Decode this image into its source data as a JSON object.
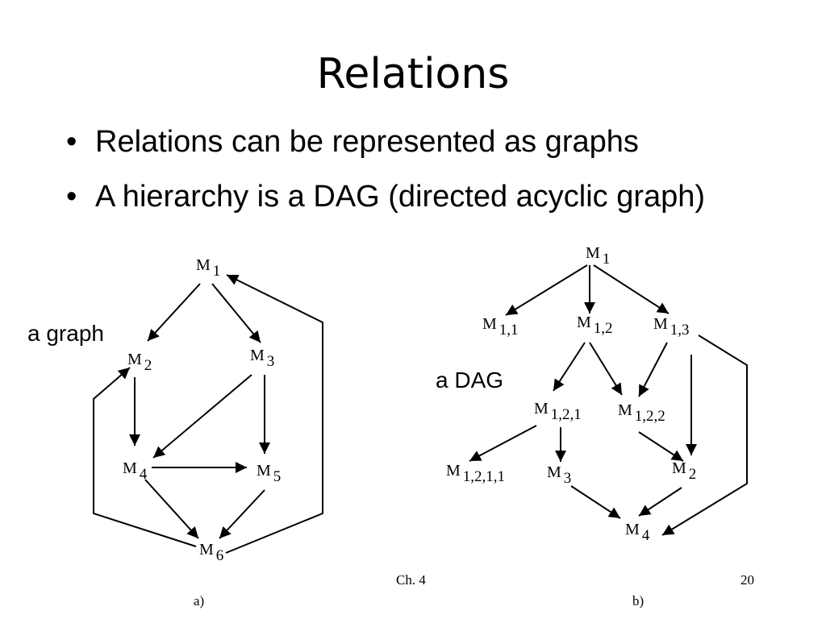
{
  "slide": {
    "title": "Relations",
    "bullets": [
      "Relations can be represented as graphs",
      "A hierarchy is a DAG (directed acyclic graph)"
    ],
    "bullet_symbol": "•",
    "footer": {
      "chapter": "Ch. 4",
      "page": "20"
    }
  },
  "graph_a": {
    "label": "a graph",
    "caption": "a)",
    "nodes": [
      {
        "id": "m1",
        "base": "M",
        "sub": "1"
      },
      {
        "id": "m2",
        "base": "M",
        "sub": "2"
      },
      {
        "id": "m3",
        "base": "M",
        "sub": "3"
      },
      {
        "id": "m4",
        "base": "M",
        "sub": "4"
      },
      {
        "id": "m5",
        "base": "M",
        "sub": "5"
      },
      {
        "id": "m6",
        "base": "M",
        "sub": "6"
      }
    ],
    "edges": [
      [
        "m1",
        "m2"
      ],
      [
        "m1",
        "m3"
      ],
      [
        "m2",
        "m4"
      ],
      [
        "m3",
        "m4"
      ],
      [
        "m3",
        "m5"
      ],
      [
        "m4",
        "m5"
      ],
      [
        "m4",
        "m6"
      ],
      [
        "m5",
        "m6"
      ],
      [
        "m6",
        "m1"
      ],
      [
        "m6",
        "m2"
      ]
    ]
  },
  "graph_b": {
    "label": "a DAG",
    "caption": "b)",
    "nodes": [
      {
        "id": "m1",
        "base": "M",
        "sub": "1"
      },
      {
        "id": "m11",
        "base": "M",
        "sub": "1,1"
      },
      {
        "id": "m12",
        "base": "M",
        "sub": "1,2"
      },
      {
        "id": "m13",
        "base": "M",
        "sub": "1,3"
      },
      {
        "id": "m121",
        "base": "M",
        "sub": "1,2,1"
      },
      {
        "id": "m122",
        "base": "M",
        "sub": "1,2,2"
      },
      {
        "id": "m1211",
        "base": "M",
        "sub": "1,2,1,1"
      },
      {
        "id": "m3",
        "base": "M",
        "sub": "3"
      },
      {
        "id": "m2",
        "base": "M",
        "sub": "2"
      },
      {
        "id": "m4",
        "base": "M",
        "sub": "4"
      }
    ],
    "edges": [
      [
        "m1",
        "m11"
      ],
      [
        "m1",
        "m12"
      ],
      [
        "m1",
        "m13"
      ],
      [
        "m12",
        "m121"
      ],
      [
        "m12",
        "m122"
      ],
      [
        "m13",
        "m122"
      ],
      [
        "m13",
        "m2"
      ],
      [
        "m13",
        "m4"
      ],
      [
        "m121",
        "m1211"
      ],
      [
        "m121",
        "m3"
      ],
      [
        "m122",
        "m2"
      ],
      [
        "m3",
        "m4"
      ],
      [
        "m2",
        "m4"
      ]
    ]
  }
}
